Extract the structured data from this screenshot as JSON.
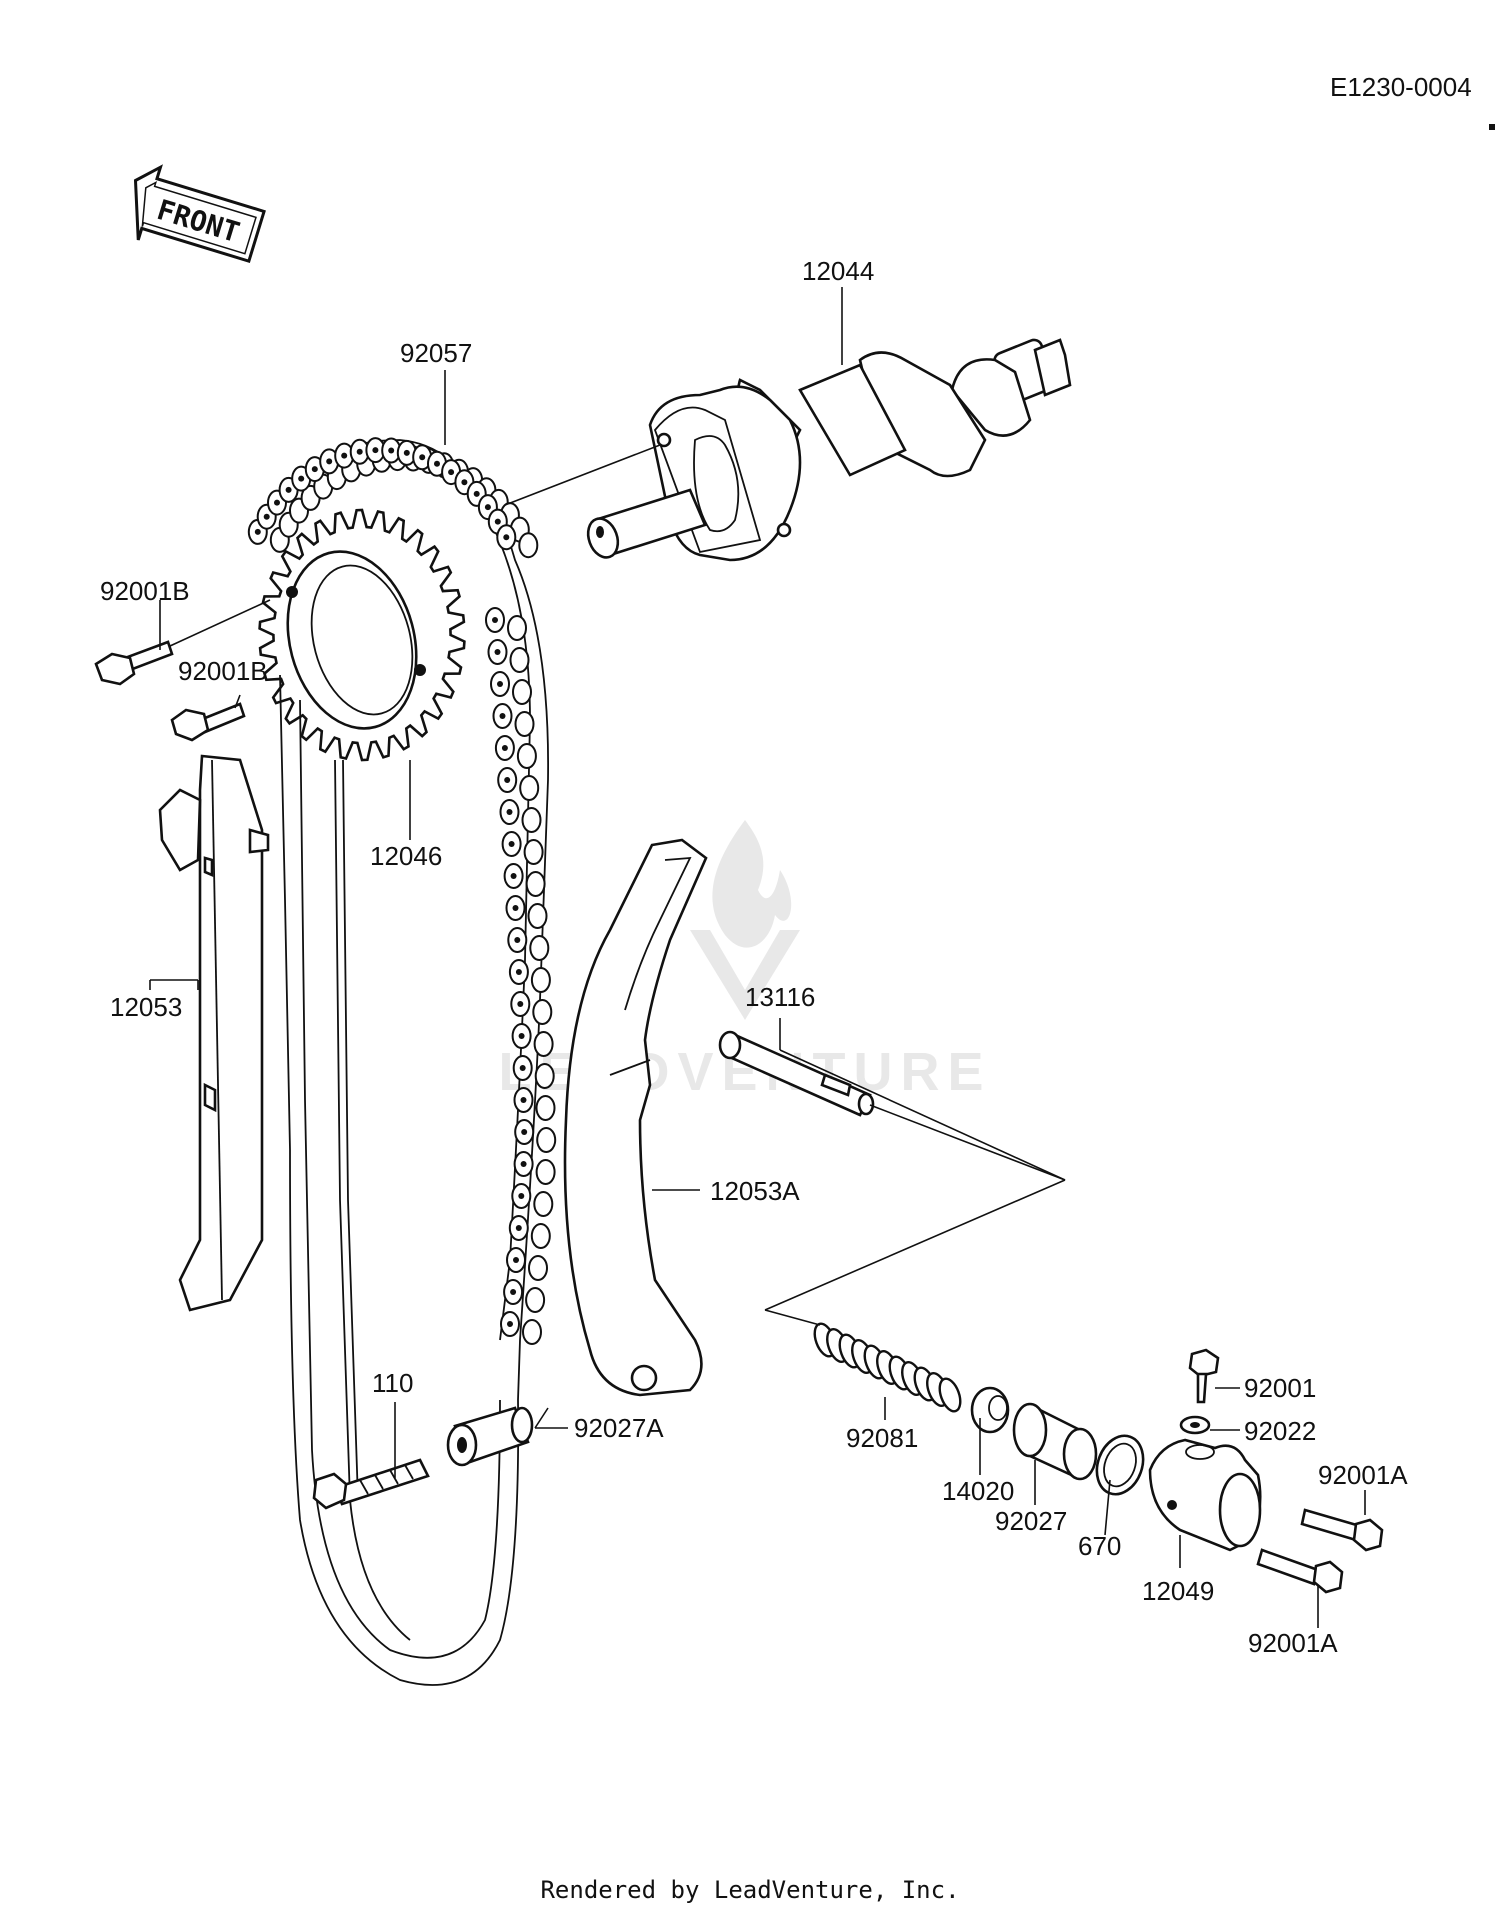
{
  "diagram_code": "E1230-0004",
  "front_label": "FRONT",
  "watermark": "LEADVENTURE",
  "footer": "Rendered by LeadVenture, Inc.",
  "parts": {
    "camshaft": "12044",
    "chain": "92057",
    "sprocket": "12046",
    "bolt_b1": "92001B",
    "bolt_b2": "92001B",
    "guide": "12053",
    "guide_a": "12053A",
    "pin": "13116",
    "bolt_110": "110",
    "collar_a": "92027A",
    "spring": "92081",
    "nut": "14020",
    "collar": "92027",
    "oring": "670",
    "tensioner": "12049",
    "bolt_92001": "92001",
    "washer": "92022",
    "bolt_a1": "92001A",
    "bolt_a2": "92001A"
  }
}
